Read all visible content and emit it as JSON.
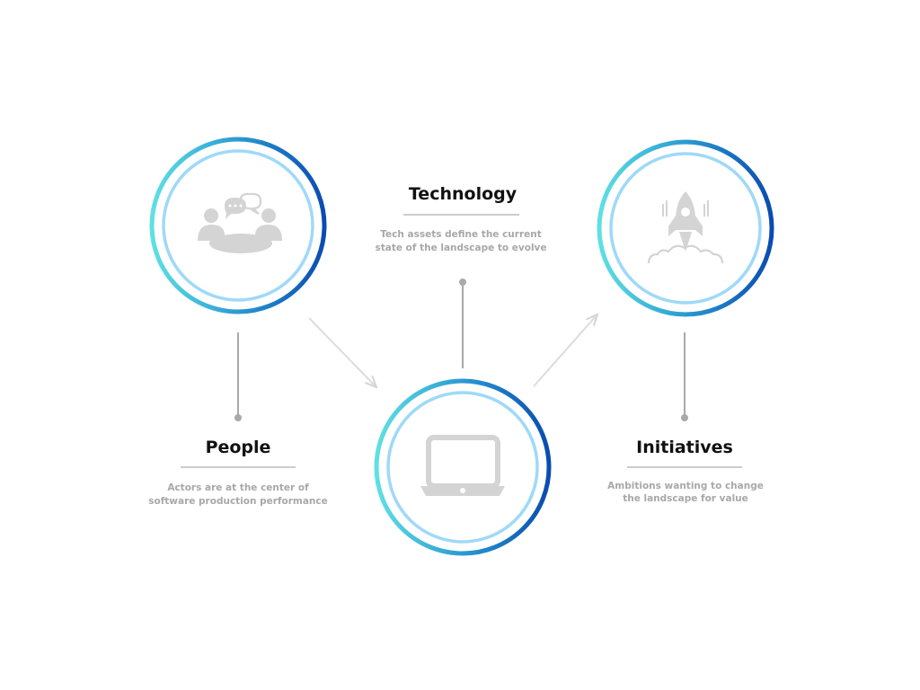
{
  "nodes": {
    "people": {
      "title": "People",
      "description_line1": "Actors are at the center of",
      "description_line2": "software production performance",
      "icon": "meeting-people-icon"
    },
    "technology": {
      "title": "Technology",
      "description_line1": "Tech assets define the current",
      "description_line2": "state of the landscape to evolve",
      "icon": "laptop-icon"
    },
    "initiatives": {
      "title": "Initiatives",
      "description_line1": "Ambitions wanting to change",
      "description_line2": "the landscape for value",
      "icon": "rocket-icon"
    }
  },
  "colors": {
    "ring_gradient_start": "#5fe0e4",
    "ring_gradient_mid": "#2a9ad2",
    "ring_gradient_end": "#0a4cb0",
    "inner_ring": "#9fd9f8",
    "icon_gray": "#d4d4d4",
    "connector_gray": "#a9a9a9",
    "arrow_gray": "#dcdcdc",
    "title_text": "#111111",
    "description_text": "#a8a8a8"
  }
}
